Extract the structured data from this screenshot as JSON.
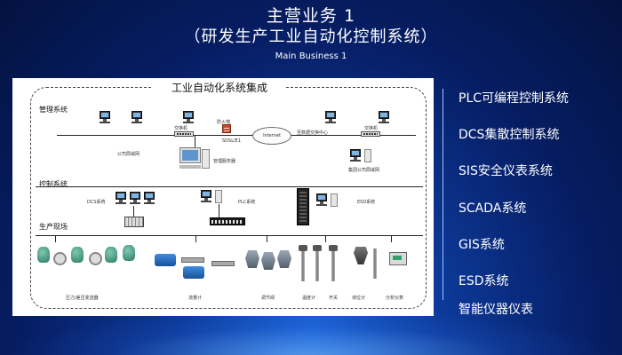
{
  "header": {
    "title": "主营业务 1",
    "subtitle": "（研发生产工业自动化控制系统）",
    "subtitle_en": "Main Business 1"
  },
  "diagram": {
    "title": "工业自动化系统集成",
    "zones": {
      "management": "管理系统",
      "control": "控制系统",
      "field": "生产现场"
    },
    "labels": {
      "switch_left": "交换机",
      "firewall": "防火墙",
      "gateway": "SDSL/E1",
      "internet": "Internet",
      "cloud_center": "至数据交换中心",
      "switch_right": "交换机",
      "company_lan": "公司局域网",
      "mgmt_server": "管理服务器",
      "group_lan": "集团公司局域网",
      "dcs_system": "DCS系统",
      "plc_system": "PLC系统",
      "esd_system": "ESD系统",
      "pressure_transmitter": "压力/差压变送器",
      "flow_meter": "流量计",
      "control_valve": "调节阀",
      "thermometer": "温度计",
      "switch_device": "开关",
      "level_meter": "液位计",
      "analyzer": "分析仪表"
    }
  },
  "menu": {
    "items": [
      "PLC可编程控制系统",
      "DCS集散控制系统",
      "SIS安全仪表系统",
      "SCADA系统",
      "GIS系统",
      "ESD系统",
      "智能仪器仪表"
    ]
  },
  "colors": {
    "bg_dark": "#03123f",
    "bg_mid": "#0d3a9a",
    "bg_light": "#1d63d8",
    "text": "#ffffff",
    "divider": "#9ec3ff"
  }
}
